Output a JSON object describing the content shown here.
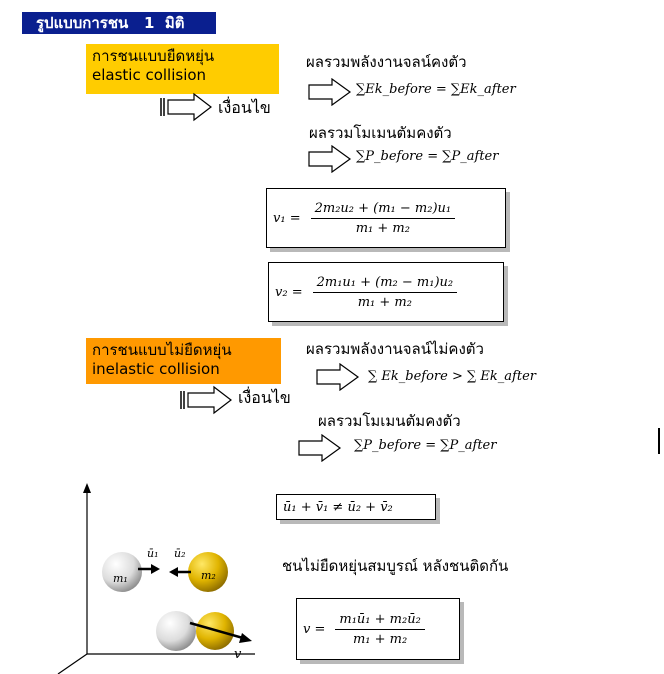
{
  "title": "รูปแบบการชน   1  มิติ",
  "elastic": {
    "label_th": "การชนแบบยืดหยุ่น",
    "label_en": "elastic collision",
    "condition": "เงื่อนไข",
    "energy_heading": "ผลรวมพลังงานจลน์คงตัว",
    "energy_eq": "∑Ek_before  =  ∑Ek_after",
    "momentum_heading": "ผลรวมโมเมนตัมคงตัว",
    "momentum_eq": "∑P_before = ∑P_after",
    "v1_lhs": "v₁  =",
    "v1_num": "2m₂u₂ + (m₁ − m₂)u₁",
    "v1_den": "m₁ + m₂",
    "v2_lhs": "v₂  =",
    "v2_num": "2m₁u₁ + (m₂ − m₁)u₂",
    "v2_den": "m₁ + m₂"
  },
  "inelastic": {
    "label_th": "การชนแบบไม่ยืดหยุ่น",
    "label_en": "inelastic collision",
    "condition": "เงื่อนไข",
    "energy_heading": "ผลรวมพลังงานจลน์ไม่คงตัว",
    "energy_eq": "∑ Ek_before  > ∑ Ek_after",
    "momentum_heading": "ผลรวมโมเมนตัมคงตัว",
    "momentum_eq": "∑P_before = ∑P_after",
    "velocity_ineq": "ū₁ + v̄₁  ≠  ū₂ + v̄₂",
    "perfect_text": "ชนไม่ยืดหยุ่นสมบูรณ์  หลังชนติดกัน",
    "v_lhs": "v  =",
    "v_num": "m₁ū₁ + m₂ū₂",
    "v_den": "m₁ + m₂"
  },
  "diagram": {
    "u1": "ū₁",
    "u2": "ū₂",
    "m1": "m₁",
    "m2": "m₂",
    "v": "v"
  }
}
